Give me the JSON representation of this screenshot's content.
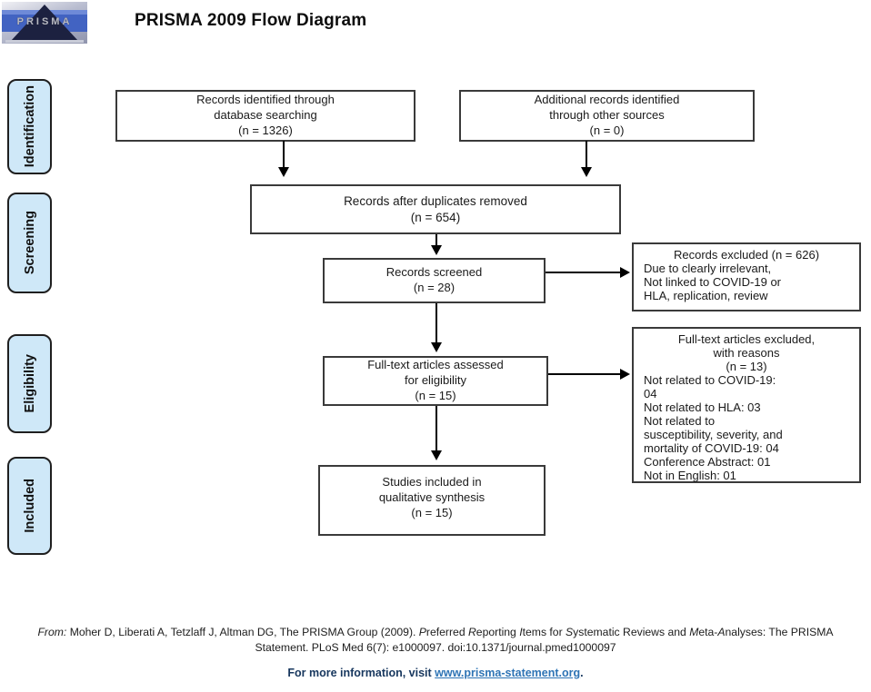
{
  "header": {
    "logo_text": "PRISMA",
    "title": "PRISMA 2009 Flow Diagram"
  },
  "sidebar": {
    "items": [
      {
        "id": "identification",
        "label": "Identification"
      },
      {
        "id": "screening",
        "label": "Screening"
      },
      {
        "id": "eligibility",
        "label": "Eligibility"
      },
      {
        "id": "included",
        "label": "Included"
      }
    ]
  },
  "flow": {
    "identification": {
      "db_search": "Records identified through\ndatabase searching\n(n = 1326)",
      "other_sources": "Additional records identified\nthrough other sources\n(n = 0)"
    },
    "screening": {
      "duplicates_removed": "Records after duplicates removed\n(n = 654)",
      "records_screened": "Records screened\n(n = 28)",
      "records_excluded_title": "Records excluded (n = 626)",
      "records_excluded_body": "Due to clearly irrelevant,\nNot linked to COVID-19 or\nHLA, replication, review"
    },
    "eligibility": {
      "fulltext_assessed": "Full-text articles assessed\nfor eligibility\n(n = 15)",
      "fulltext_excluded_title": "Full-text articles excluded,\nwith reasons\n(n = 13)",
      "fulltext_excluded_body": "Not related to COVID-19:\n04\nNot related to HLA: 03\nNot related to\nsusceptibility, severity, and\nmortality of COVID-19: 04\nConference Abstract: 01\nNot in English: 01"
    },
    "included": {
      "studies_included": "Studies included in\nqualitative synthesis\n(n = 15)"
    },
    "counts": {
      "identified_database": 1326,
      "identified_other": 0,
      "after_duplicates": 654,
      "screened": 28,
      "records_excluded": 626,
      "fulltext_assessed": 15,
      "fulltext_excluded": 13,
      "included_qualitative": 15
    }
  },
  "footer": {
    "citation_segments": [
      {
        "t": "From:",
        "i": 1
      },
      {
        "t": " Moher D, Liberati A, Tetzlaff J, Altman DG, The PRISMA Group (2009). ",
        "i": 0
      },
      {
        "t": "P",
        "i": 1
      },
      {
        "t": "referred ",
        "i": 0
      },
      {
        "t": "R",
        "i": 1
      },
      {
        "t": "eporting ",
        "i": 0
      },
      {
        "t": "I",
        "i": 1
      },
      {
        "t": "tems for ",
        "i": 0
      },
      {
        "t": "S",
        "i": 1
      },
      {
        "t": "ystematic Reviews and ",
        "i": 0
      },
      {
        "t": "M",
        "i": 1
      },
      {
        "t": "eta-",
        "i": 0
      },
      {
        "t": "A",
        "i": 1
      },
      {
        "t": "nalyses: The PRISMA Statement. PLoS Med 6(7): e1000097. doi:10.1371/journal.pmed1000097",
        "i": 0
      }
    ],
    "info_prefix": "For more information, visit ",
    "link_text": "www.prisma-statement.org",
    "info_suffix": "."
  },
  "colors": {
    "sidebar_fill": "#cfe8f8",
    "link_blue": "#2e74b5",
    "footer_navy": "#17375e",
    "logo_band_blue": "#4263c2",
    "logo_pyramid_navy": "#1c2140"
  }
}
